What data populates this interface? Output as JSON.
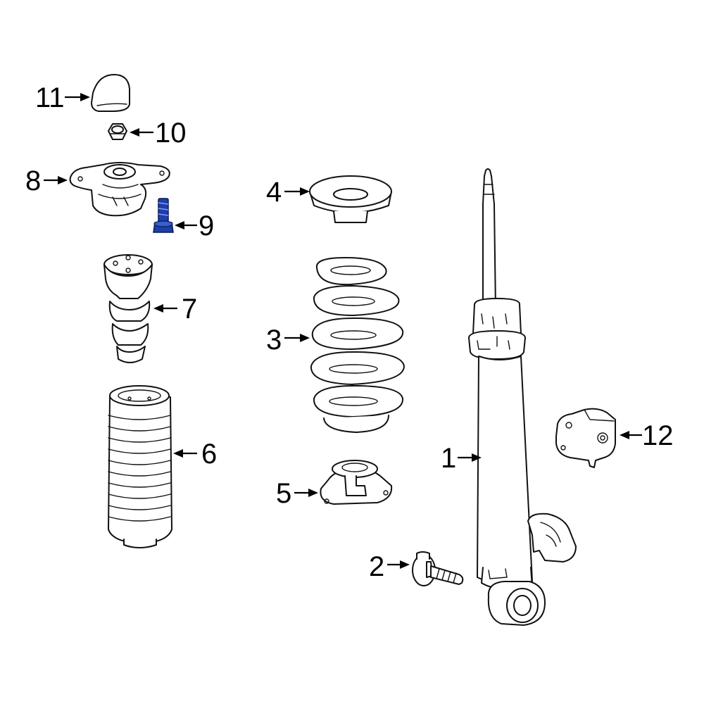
{
  "callouts": {
    "c1": "1",
    "c2": "2",
    "c3": "3",
    "c4": "4",
    "c5": "5",
    "c6": "6",
    "c7": "7",
    "c8": "8",
    "c9": "9",
    "c10": "10",
    "c11": "11",
    "c12": "12"
  },
  "colors": {
    "line": "#111111",
    "highlight": "#1f3fa8",
    "background": "#ffffff"
  },
  "highlighted_part": "9"
}
